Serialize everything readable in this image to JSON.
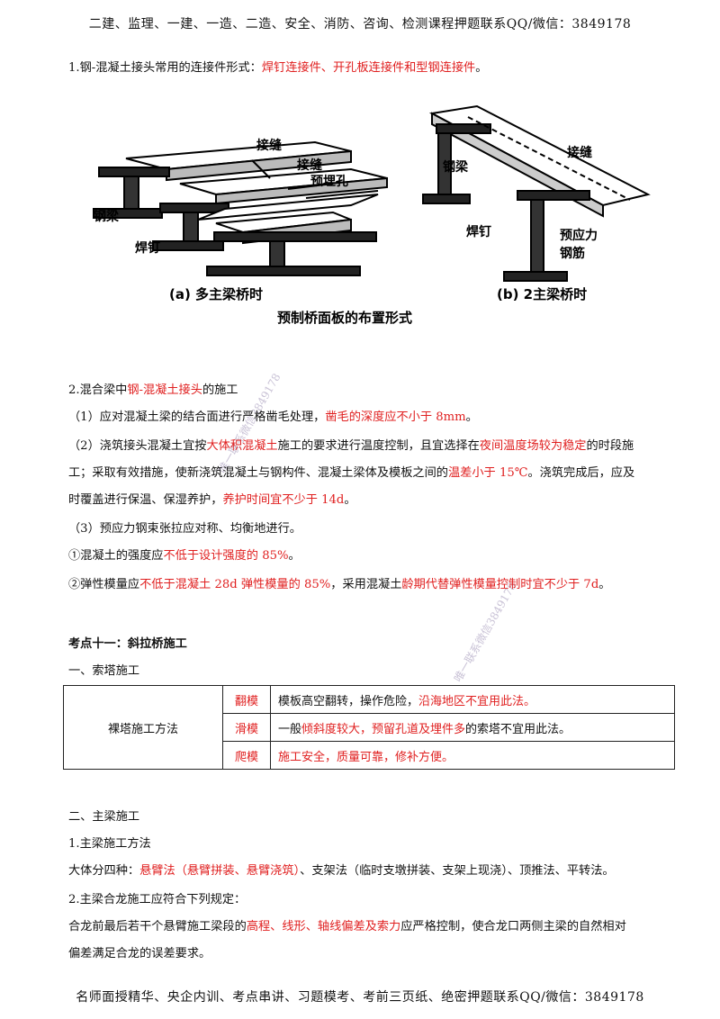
{
  "header": "二建、监理、一建、一造、二造、安全、消防、咨询、检测课程押题联系QQ/微信：3849178",
  "footer": "名师面授精华、央企内训、考点串讲、习题模考、考前三页纸、绝密押题联系QQ/微信：3849178",
  "watermark": [
    "唯一联系微信3849178",
    "唯一联系微信3849178"
  ],
  "s1": {
    "lead": "1.钢-混凝土接头常用的连接件形式：",
    "hl": "焊钉连接件、开孔板连接件和型钢连接件",
    "tail": "。"
  },
  "figure": {
    "left": {
      "labels": [
        "接缝",
        "接缝",
        "预埋孔",
        "钢梁",
        "焊钉"
      ],
      "caption": "(a) 多主梁桥时"
    },
    "right": {
      "labels": [
        "钢梁",
        "接缝",
        "焊钉",
        "预应力",
        "钢筋"
      ],
      "caption": "(b) 2主梁桥时"
    },
    "title": "预制桥面板的布置形式"
  },
  "s2": {
    "head_a": "2.混合梁中",
    "head_hl": "钢-混凝土接头",
    "head_b": "的施工",
    "p1_a": "（1）应对混凝土梁的结合面进行严格凿毛处理，",
    "p1_hl": "凿毛的深度应不小于 8mm",
    "p1_b": "。",
    "p2_a": "（2）浇筑接头混凝土宜按",
    "p2_hl1": "大体积混凝土",
    "p2_b": "施工的要求进行温度控制，且宜选择在",
    "p2_hl2": "夜间温度场较为稳定",
    "p2_c": "的时段施",
    "p2_d": "工；采取有效措施，使新浇筑混凝土与钢构件、混凝土梁体及模板之间的",
    "p2_hl3": "温差小于 15℃",
    "p2_e": "。浇筑完成后，应及",
    "p2_f": "时覆盖进行保温、保湿养护，",
    "p2_hl4": "养护时间宜不少于 14d",
    "p2_g": "。",
    "p3": "（3）预应力钢束张拉应对称、均衡地进行。",
    "p4_a": "①混凝土的强度应",
    "p4_hl": "不低于设计强度的 85%",
    "p4_b": "。",
    "p5_a": "②弹性模量应",
    "p5_hl1": "不低于混凝土 28d 弹性模量的 85%",
    "p5_b": "，采用混凝土",
    "p5_hl2": "龄期代替弹性模量控制时宜不少于 7d",
    "p5_c": "。"
  },
  "s3": {
    "title": "考点十一：斜拉桥施工",
    "sub1": "一、索塔施工",
    "table": {
      "group": "裸塔施工方法",
      "rows": [
        {
          "name": "翻模",
          "a": "模板高空翻转，操作危险，",
          "hl": "沿海地区不宜用此法。",
          "b": ""
        },
        {
          "name": "滑模",
          "a": "一般",
          "hl": "倾斜度较大，预留孔道及埋件多",
          "b": "的索塔不宜用此法。"
        },
        {
          "name": "爬模",
          "a": "",
          "hl": "施工安全，质量可靠，修补方便。",
          "b": ""
        }
      ]
    },
    "sub2": "二、主梁施工",
    "m1": "1.主梁施工方法",
    "m2_a": "大体分四种：",
    "m2_hl": "悬臂法（悬臂拼装、悬臂浇筑）",
    "m2_b": "、支架法（临时支墩拼装、支架上现浇）、顶推法、平转法。",
    "m3": "2.主梁合龙施工应符合下列规定：",
    "m4_a": "合龙前最后若干个悬臂施工梁段的",
    "m4_hl": "高程、线形、轴线偏差及索力",
    "m4_b": "应严格控制，使合龙口两侧主梁的自然相对",
    "m5": "偏差满足合龙的误差要求。"
  }
}
